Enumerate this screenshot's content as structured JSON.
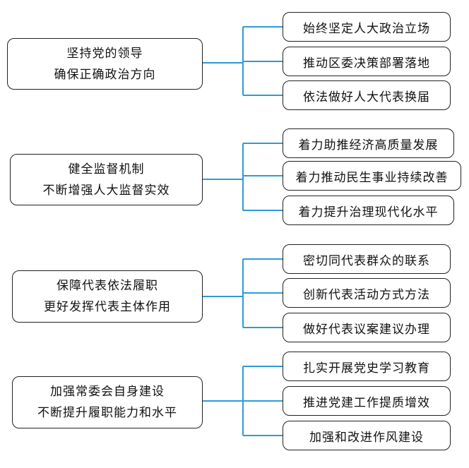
{
  "colors": {
    "connector": "#2d9bd6",
    "box_border": "#222222"
  },
  "groups": [
    {
      "title": [
        "坚持党的领导",
        "确保正确政治方向"
      ],
      "items": [
        "始终坚定人大政治立场",
        "推动区委决策部署落地",
        "依法做好人大代表换届"
      ]
    },
    {
      "title": [
        "健全监督机制",
        "不断增强人大监督实效"
      ],
      "items": [
        "着力助推经济高质量发展",
        "着力推动民生事业持续改善",
        "着力提升治理现代化水平"
      ]
    },
    {
      "title": [
        "保障代表依法履职",
        "更好发挥代表主体作用"
      ],
      "items": [
        "密切同代表群众的联系",
        "创新代表活动方式方法",
        "做好代表议案建议办理"
      ]
    },
    {
      "title": [
        "加强常委会自身建设",
        "不断提升履职能力和水平"
      ],
      "items": [
        "扎实开展党史学习教育",
        "推进党建工作提质增效",
        "加强和改进作风建设"
      ]
    }
  ]
}
